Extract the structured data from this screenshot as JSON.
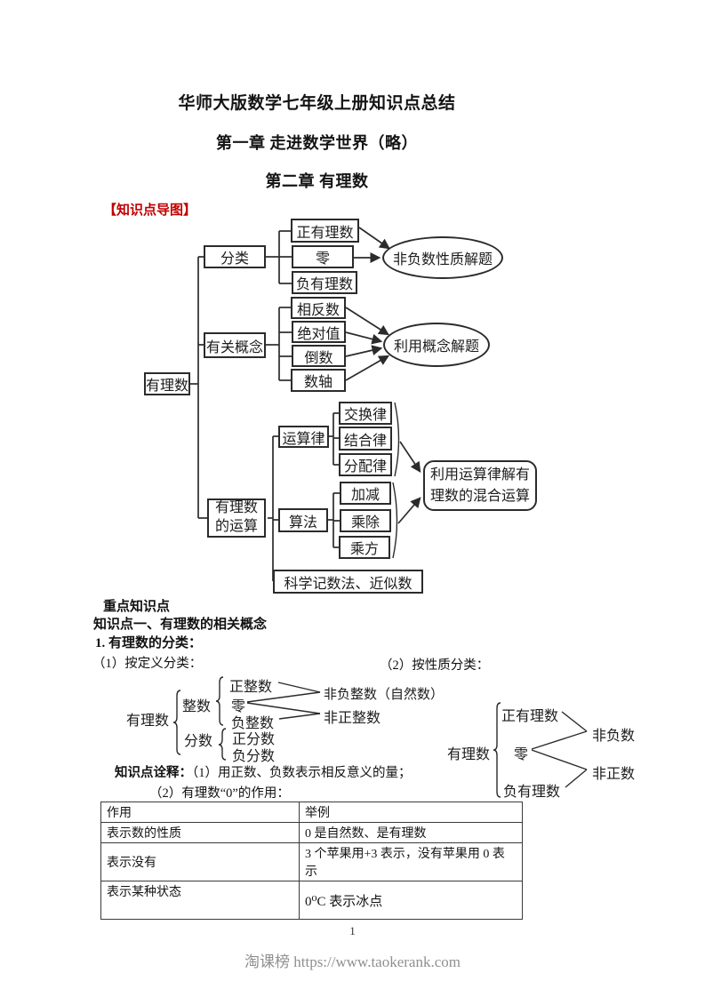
{
  "header": {
    "title": "华师大版数学七年级上册知识点总结",
    "chapter1": "第一章 走进数学世界（略）",
    "chapter2": "第二章 有理数",
    "map_label": "【知识点导图】"
  },
  "colors": {
    "accent_red": "#c00000",
    "ink": "#2b2b2b",
    "footer_gray": "#8f8f8f"
  },
  "mindmap": {
    "root": "有理数",
    "classification": {
      "label": "分类",
      "items": [
        "正有理数",
        "零",
        "负有理数"
      ],
      "result": "非负数性质解题"
    },
    "concepts": {
      "label": "有关概念",
      "items": [
        "相反数",
        "绝对值",
        "倒数",
        "数轴"
      ],
      "result": "利用概念解题"
    },
    "operations": {
      "label": "有理数的运算",
      "laws": {
        "label": "运算律",
        "items": [
          "交换律",
          "结合律",
          "分配律"
        ]
      },
      "methods": {
        "label": "算法",
        "items": [
          "加减",
          "乘除",
          "乘方"
        ]
      },
      "extra": "科学记数法、近似数",
      "result": "利用运算律解有理数的混合运算"
    }
  },
  "body": {
    "key_label": "重点知识点",
    "point_title": "知识点一、有理数的相关概念",
    "classify_title": "1. 有理数的分类：",
    "by_definition": "（1）按定义分类：",
    "by_property": "（2）按性质分类：",
    "notes_label": "知识点诠释：",
    "note1": "（1）用正数、负数表示相反意义的量；",
    "note2": "（2）有理数“0”的作用："
  },
  "tree_definition": {
    "root": "有理数",
    "int": "整数",
    "frac": "分数",
    "pos_int": "正整数",
    "zero": "零",
    "neg_int": "负整数",
    "pos_frac": "正分数",
    "neg_frac": "负分数",
    "non_neg": "非负整数（自然数）",
    "non_pos": "非正整数"
  },
  "tree_property": {
    "root": "有理数",
    "pos": "正有理数",
    "zero": "零",
    "neg": "负有理数",
    "non_neg": "非负数",
    "non_pos": "非正数"
  },
  "table": {
    "headers": [
      "作用",
      "举例"
    ],
    "rows": [
      [
        "表示数的性质",
        "0 是自然数、是有理数"
      ],
      [
        "表示没有",
        "3 个苹果用+3 表示，没有苹果用 0 表示"
      ],
      [
        "表示某种状态",
        "0⁰C 表示冰点"
      ]
    ]
  },
  "footer": {
    "page_number": "1",
    "site": "淘课榜 https://www.taokerank.com"
  }
}
